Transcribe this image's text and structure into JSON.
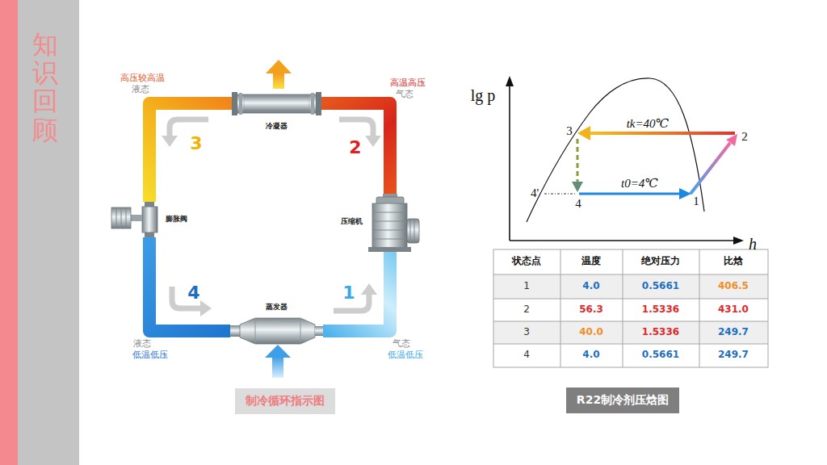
{
  "diagram": {
    "nodes": [
      {
        "text": [
          "知识回顾"
        ]
      },
      {
        "text": [
          "冷凝器"
        ]
      },
      {
        "text": [
          "压缩机"
        ]
      },
      {
        "text": [
          "膨胀阀"
        ]
      },
      {
        "text": [
          "蒸发器"
        ]
      },
      {
        "text": [
          "制冷循环指示图"
        ]
      },
      {
        "text": [
          "R22制冷剂压焓图"
        ]
      }
    ],
    "edges": [
      {
        "from": 2,
        "to": 1,
        "arrow": "none"
      },
      {
        "from": 1,
        "to": 3,
        "arrow": "none"
      },
      {
        "from": 3,
        "to": 4,
        "arrow": "none"
      },
      {
        "from": 4,
        "to": 2,
        "arrow": "none"
      }
    ],
    "labels": [
      "高压较高温",
      "液态",
      "高温高压",
      "气态",
      "3",
      "2",
      "4",
      "1",
      "液态",
      "低温低压",
      "气态",
      "低温低压",
      "lg p",
      "h",
      "3",
      "2",
      "4'",
      "4",
      "1",
      "tk=40℃",
      "t0=4℃",
      "状态点",
      "温度",
      "绝对压力",
      "比焓",
      "1",
      "4.0",
      "0.5661",
      "406.5",
      "2",
      "56.3",
      "1.5336",
      "431.0",
      "3",
      "40.0",
      "1.5336",
      "249.7",
      "4",
      "4.0",
      "0.5661",
      "249.7"
    ]
  }
}
